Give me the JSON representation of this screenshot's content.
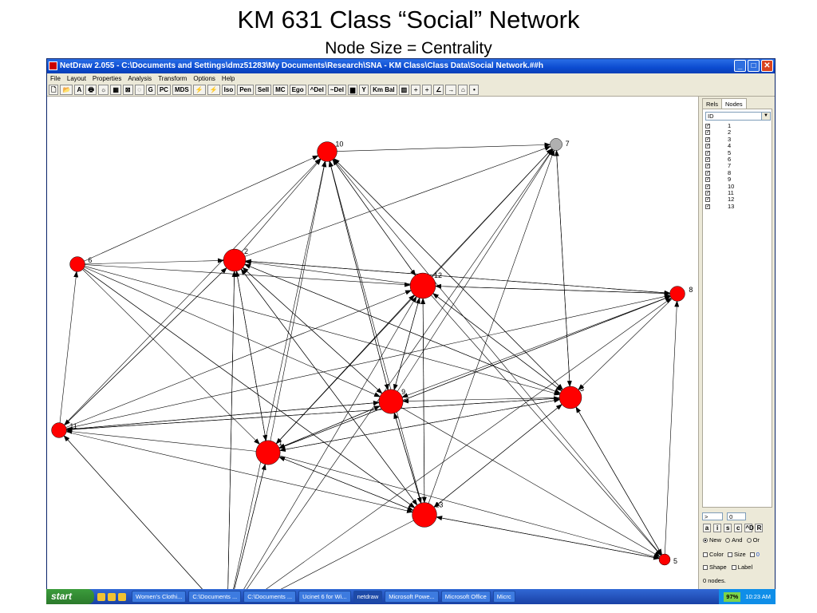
{
  "slide": {
    "title": "KM 631 Class “Social” Network",
    "subtitle": "Node Size = Centrality"
  },
  "window": {
    "title": "NetDraw 2.055 - C:\\Documents and Settings\\dmz51283\\My Documents\\Research\\SNA - KM Class\\Class Data\\Social Network.##h",
    "controls": [
      "_",
      "□",
      "✕"
    ],
    "menu": [
      "File",
      "Layout",
      "Properties",
      "Analysis",
      "Transform",
      "Options",
      "Help"
    ],
    "toolbar": [
      "🗋",
      "📂",
      "A",
      "🖶",
      "☼",
      "▦",
      "⊠",
      "◌",
      "G",
      "PC",
      "MDS",
      "⚡",
      "⚡",
      "Iso",
      "Pen",
      "Sell",
      "MC",
      "Ego",
      "^Del",
      "~Del",
      "▆",
      "Y",
      "Km Bal",
      "▥",
      "÷",
      "÷",
      "∠",
      "→",
      "⌂",
      "•"
    ]
  },
  "colors": {
    "node": "#ff0000",
    "node_grey": "#b0b0b0",
    "edge": "#000000",
    "titlebar": "#0b4bd0",
    "taskbar": "#245edb"
  },
  "network": {
    "nodes": [
      {
        "id": "1",
        "centrality": 0.93
      },
      {
        "id": "2",
        "centrality": 0.83
      },
      {
        "id": "3",
        "centrality": 0.83
      },
      {
        "id": "4",
        "centrality": 0.35
      },
      {
        "id": "5",
        "centrality": 0.25
      },
      {
        "id": "6",
        "centrality": 0.45
      },
      {
        "id": "7",
        "centrality": 0.3
      },
      {
        "id": "8",
        "centrality": 0.45
      },
      {
        "id": "9",
        "centrality": 0.93
      },
      {
        "id": "10",
        "centrality": 0.7
      },
      {
        "id": "11",
        "centrality": 0.45
      },
      {
        "id": "12",
        "centrality": 1.0
      },
      {
        "id": "13",
        "centrality": 0.95
      }
    ],
    "edges": [
      [
        "10",
        "7"
      ],
      [
        "1",
        "10"
      ],
      [
        "2",
        "10"
      ],
      [
        "6",
        "10"
      ],
      [
        "9",
        "10"
      ],
      [
        "12",
        "10"
      ],
      [
        "3",
        "10"
      ],
      [
        "13",
        "10"
      ],
      [
        "4",
        "10"
      ],
      [
        "11",
        "10"
      ],
      [
        "2",
        "7"
      ],
      [
        "9",
        "7"
      ],
      [
        "12",
        "7"
      ],
      [
        "3",
        "7"
      ],
      [
        "1",
        "7"
      ],
      [
        "13",
        "7"
      ],
      [
        "4",
        "7"
      ],
      [
        "6",
        "2"
      ],
      [
        "6",
        "12"
      ],
      [
        "6",
        "9"
      ],
      [
        "6",
        "3"
      ],
      [
        "6",
        "13"
      ],
      [
        "6",
        "1"
      ],
      [
        "11",
        "6"
      ],
      [
        "1",
        "2"
      ],
      [
        "9",
        "2"
      ],
      [
        "12",
        "2"
      ],
      [
        "3",
        "2"
      ],
      [
        "13",
        "2"
      ],
      [
        "8",
        "2"
      ],
      [
        "4",
        "2"
      ],
      [
        "11",
        "2"
      ],
      [
        "1",
        "12"
      ],
      [
        "9",
        "12"
      ],
      [
        "3",
        "12"
      ],
      [
        "13",
        "12"
      ],
      [
        "8",
        "12"
      ],
      [
        "11",
        "12"
      ],
      [
        "4",
        "12"
      ],
      [
        "10",
        "12"
      ],
      [
        "8",
        "9"
      ],
      [
        "3",
        "9"
      ],
      [
        "1",
        "9"
      ],
      [
        "13",
        "9"
      ],
      [
        "11",
        "9"
      ],
      [
        "2",
        "9"
      ],
      [
        "10",
        "9"
      ],
      [
        "1",
        "8"
      ],
      [
        "2",
        "8"
      ],
      [
        "12",
        "8"
      ],
      [
        "5",
        "8"
      ],
      [
        "11",
        "8"
      ],
      [
        "4",
        "8"
      ],
      [
        "1",
        "3"
      ],
      [
        "2",
        "3"
      ],
      [
        "12",
        "3"
      ],
      [
        "13",
        "3"
      ],
      [
        "11",
        "3"
      ],
      [
        "7",
        "3"
      ],
      [
        "10",
        "3"
      ],
      [
        "5",
        "3"
      ],
      [
        "1",
        "11"
      ],
      [
        "9",
        "11"
      ],
      [
        "3",
        "11"
      ],
      [
        "2",
        "11"
      ],
      [
        "13",
        "1"
      ],
      [
        "9",
        "1"
      ],
      [
        "3",
        "1"
      ],
      [
        "12",
        "1"
      ],
      [
        "4",
        "1"
      ],
      [
        "2",
        "1"
      ],
      [
        "8",
        "1"
      ],
      [
        "9",
        "13"
      ],
      [
        "12",
        "13"
      ],
      [
        "1",
        "13"
      ],
      [
        "3",
        "13"
      ],
      [
        "11",
        "13"
      ],
      [
        "2",
        "13"
      ],
      [
        "5",
        "13"
      ],
      [
        "6",
        "13"
      ],
      [
        "1",
        "4"
      ],
      [
        "2",
        "4"
      ],
      [
        "11",
        "4"
      ],
      [
        "13",
        "4"
      ],
      [
        "3",
        "5"
      ],
      [
        "12",
        "5"
      ],
      [
        "1",
        "5"
      ],
      [
        "9",
        "5"
      ],
      [
        "13",
        "5"
      ],
      [
        "10",
        "5"
      ],
      [
        "4",
        "11"
      ],
      [
        "8",
        "3"
      ],
      [
        "12",
        "9"
      ],
      [
        "13",
        "9"
      ]
    ]
  },
  "panel": {
    "tabs": [
      "Rels",
      "Nodes"
    ],
    "attribute": "ID",
    "node_ids": [
      "1",
      "2",
      "3",
      "4",
      "5",
      "6",
      "7",
      "8",
      "9",
      "10",
      "11",
      "12",
      "13"
    ],
    "op_value": ">",
    "num_value": "0",
    "buttons": [
      "a",
      "i",
      "s",
      "c",
      "^D",
      "R"
    ],
    "radios": [
      "New",
      "And",
      "Or"
    ],
    "check_color": "Color",
    "check_size": "Size",
    "size_value": "0",
    "check_shape": "Shape",
    "check_label": "Label",
    "status": "0 nodes."
  },
  "taskbar": {
    "start": "start",
    "tasks": [
      "Women's Clothi...",
      "C:\\Documents ...",
      "C:\\Documents ...",
      "Ucinet 6 for Wi...",
      "netdraw",
      "Microsoft Powe...",
      "Microsoft Office",
      "Micrc"
    ],
    "active_task": 4,
    "battery": "97%",
    "clock": "10:23 AM"
  }
}
